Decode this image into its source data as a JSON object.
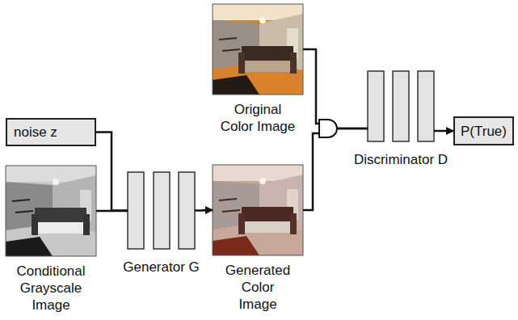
{
  "diagram": {
    "nodes": [
      {
        "text": [
          "noise z"
        ]
      },
      {
        "text": [
          "Conditional Grayscale Image"
        ]
      },
      {
        "text": [
          "Generator G"
        ]
      },
      {
        "text": [
          "Original Color Image"
        ]
      },
      {
        "text": [
          "Generated Color Image"
        ]
      },
      {
        "text": [
          "Discriminator D"
        ]
      },
      {
        "text": [
          "P(True)"
        ]
      }
    ],
    "edges": [
      {
        "from": 0,
        "to": 2,
        "arrow": "none"
      },
      {
        "from": 1,
        "to": 2,
        "arrow": "none"
      },
      {
        "from": 2,
        "to": 4,
        "arrow": "to"
      },
      {
        "from": 3,
        "to": 5,
        "arrow": "none"
      },
      {
        "from": 4,
        "to": 5,
        "arrow": "none"
      },
      {
        "from": 5,
        "to": 6,
        "arrow": "to"
      }
    ]
  }
}
